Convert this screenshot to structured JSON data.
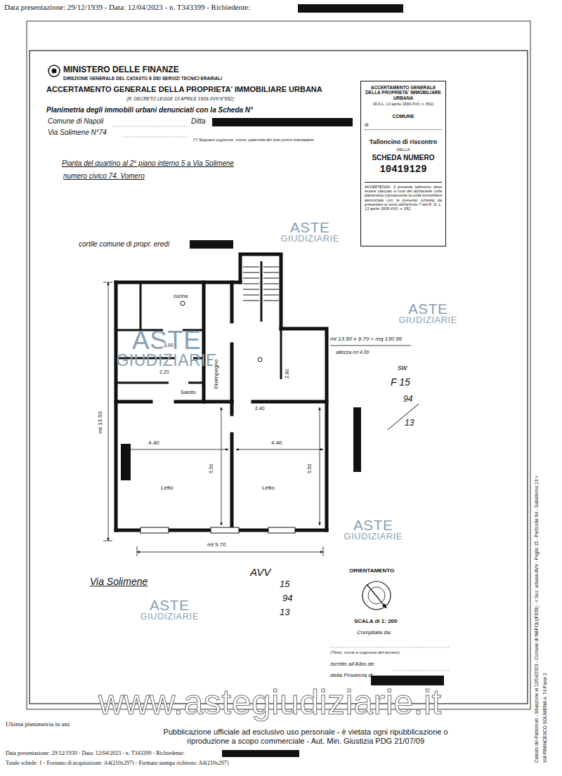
{
  "diagram": {
    "nodes": [
      {
        "text": [
          "ACCERTAMENTO GENERALE DELLA PROPRIETA' IMMOBILIARE URBANA",
          "(R.D.L. 13 aprile 1939-XVII, n. 652)",
          "COMUNE",
          "di",
          "Talloncino di riscontro",
          "DELLA",
          "SCHEDA NUMERO",
          "10419129",
          "AVVERTENZA: Il presente talloncino deve essere staccato a cura del dichiarante sulla planimetria (riproducente la unità immobiliare denunciata con la presente scheda) da presentare ai sensi dell'articolo 7 del R. D. L. 13 aprile 1939-XVII, n. 652"
        ]
      }
    ],
    "labels": [
      "Data presentazione: 29/12/1939 - Data: 12/04/2023 - n. T343399 - Richiedente:",
      "MINISTERO DELLE FINANZE",
      "DIREZIONE GENERALE DEL CATASTO E DEI SERVIZI TECNICI ERARIALI",
      "ACCERTAMENTO GENERALE DELLA PROPRIETA' IMMOBILIARE URBANA",
      "(R. DECRETO LEGGE 13 APRILE 1939-XVII N°652)",
      "Planimetria degli immobili urbani denunciati con la Scheda N°",
      "Comune di Napoli",
      "Ditta",
      "Via Solimene N°74",
      "(*) Segnare cognome, nome, paternità del solo primo intestatario",
      "Pianta del quartino al 2° piano interno 5 a Via Solimene",
      "numero civico 74. Vomero",
      "cortile comune di propr. eredi",
      "ASTE GIUDIZIARIE",
      "ASTE GIUDIZIARIE",
      "ASTE GIUDIZIARIE",
      "cucina",
      "3.00",
      "2.20",
      "Salotto",
      "Disimpegno",
      "2.40",
      "2.80",
      "4.40",
      "4.40",
      "Letto",
      "Letto",
      "5.50",
      "5.50",
      "mt 13.50 x 9.70 = mq 130.95",
      "altezza mt 4.00",
      "sw",
      "F 15",
      "94",
      "13",
      "mt 13.50",
      "mt 9.70",
      "ASTE GIUDIZIARIE",
      "Via Solimene",
      "AVV",
      "15",
      "94",
      "13",
      "ORIENTAMENTO",
      "SCALA di 1: 200",
      "Compilata da:",
      "ASTE GIUDIZIARIE",
      "(Titolo, nome e cognome del tecnico)",
      "Iscritto all'Albo de",
      "della Provincia di",
      "www.astegiudiziarie.it",
      "Ultima planimetria in atti",
      "Pubblicazione ufficiale ad esclusivo uso personale - è vietata ogni ripubblicazione o riproduzione a scopo commerciale - Aut. Min. Giustizia PDG 21/07/09",
      "Data presentazione: 29/12/1939 - Data: 12/04/2023 - n. T343399 - Richiedente:",
      "Totale schede: 1 - Formato di acquisizione: A4(210x297) - Formato stampa richiesto: A4(210x297)",
      "Catasto dei Fabbricati - Situazione al 12/04/2023 - Comune di NAPOLI(F839) - < Sez. urbana AVV - Foglio 15 - Particella 94 - Subalterno 13 >",
      "VIA FRANCESCO SOLIMENA n. 74 Piano 2"
    ]
  }
}
